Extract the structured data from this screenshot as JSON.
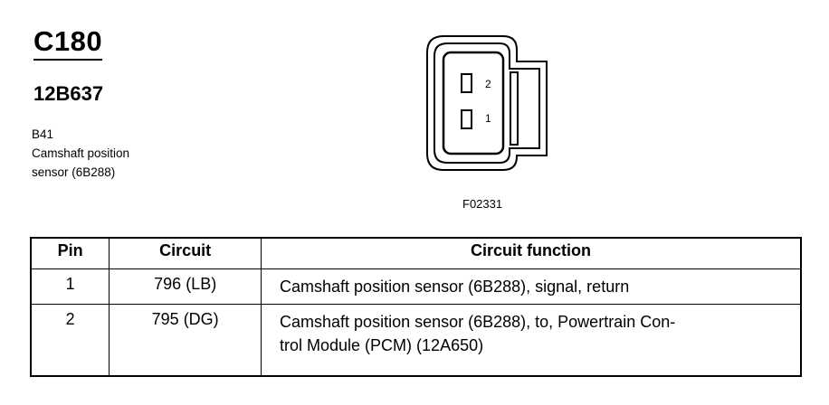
{
  "header": {
    "connector_id": "C180",
    "part_number": "12B637",
    "component_code": "B41",
    "component_name_line1": "Camshaft position",
    "component_name_line2": "sensor (6B288)"
  },
  "diagram": {
    "figure_ref": "F02331",
    "pin_labels": [
      "2",
      "1"
    ]
  },
  "table": {
    "headers": {
      "pin": "Pin",
      "circuit": "Circuit",
      "function": "Circuit function"
    },
    "rows": [
      {
        "pin": "1",
        "circuit": "796 (LB)",
        "function_line1": "Camshaft position sensor (6B288), signal, return",
        "function_line2": ""
      },
      {
        "pin": "2",
        "circuit": "795 (DG)",
        "function_line1": "Camshaft position sensor (6B288), to, Powertrain Con-",
        "function_line2": "trol Module (PCM) (12A650)"
      }
    ]
  }
}
